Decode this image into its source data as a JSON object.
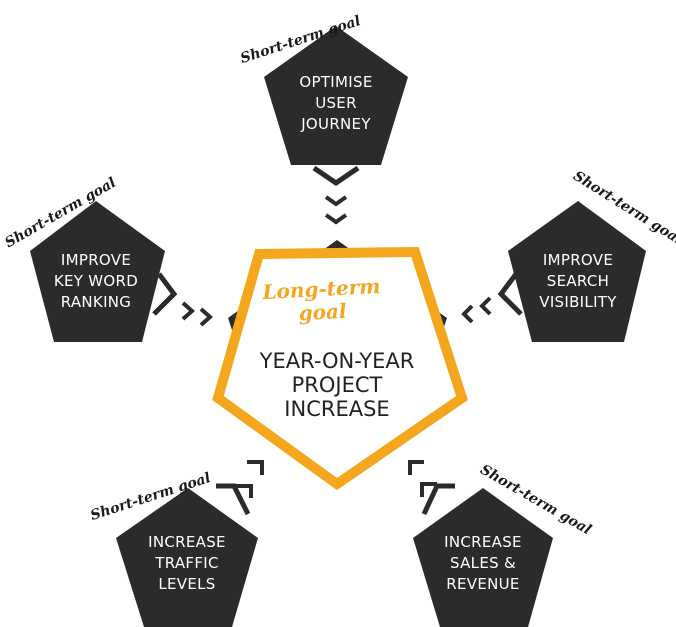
{
  "center": {
    "tag_lines": [
      "Long-term",
      "goal"
    ],
    "title_lines": [
      "YEAR-ON-YEAR",
      "PROJECT",
      "INCREASE"
    ],
    "accent_color": "#f4a71d"
  },
  "goals": [
    {
      "id": "top",
      "tag": "Short-term goal",
      "lines": [
        "OPTIMISE",
        "USER",
        "JOURNEY"
      ]
    },
    {
      "id": "left",
      "tag": "Short-term goal",
      "lines": [
        "IMPROVE",
        "KEY WORD",
        "RANKING"
      ]
    },
    {
      "id": "right",
      "tag": "Short-term goal",
      "lines": [
        "IMPROVE",
        "SEARCH",
        "VISIBILITY"
      ]
    },
    {
      "id": "bottom-left",
      "tag": "Short-term goal",
      "lines": [
        "INCREASE",
        "TRAFFIC",
        "LEVELS"
      ]
    },
    {
      "id": "bottom-right",
      "tag": "Short-term goal",
      "lines": [
        "INCREASE",
        "SALES &",
        "REVENUE"
      ]
    }
  ],
  "colors": {
    "pentagon_fill": "#2b2b2b",
    "text_light": "#ffffff",
    "tag_text": "#1a1a1a"
  }
}
